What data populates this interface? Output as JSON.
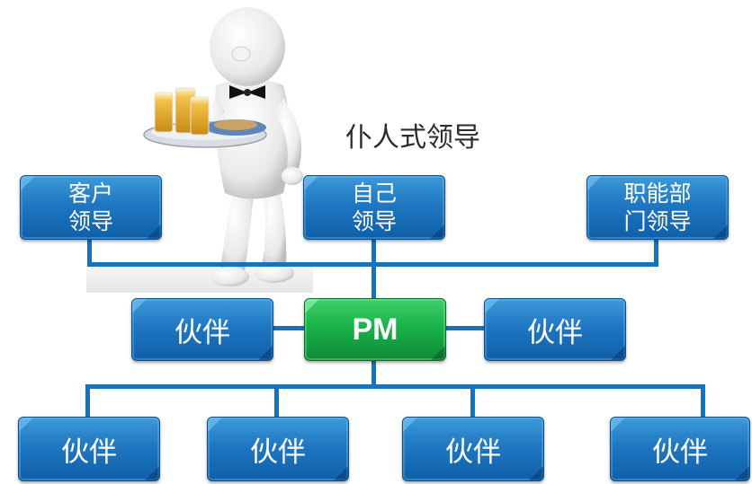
{
  "caption": "仆人式领导",
  "top_leaders": [
    {
      "line1": "客户",
      "line2": "领导"
    },
    {
      "line1": "自己",
      "line2": "领导"
    },
    {
      "line1": "职能部",
      "line2": "门领导"
    }
  ],
  "center": {
    "label": "PM"
  },
  "middle_partners": [
    "伙伴",
    "伙伴"
  ],
  "bottom_partners": [
    "伙伴",
    "伙伴",
    "伙伴",
    "伙伴"
  ],
  "colors": {
    "node_blue": "#1f77c2",
    "pm_green": "#19b24a",
    "connector": "#1672bd",
    "caption_text": "#2b2b2b"
  },
  "illustration": {
    "icon": "waiter-figure-icon"
  }
}
